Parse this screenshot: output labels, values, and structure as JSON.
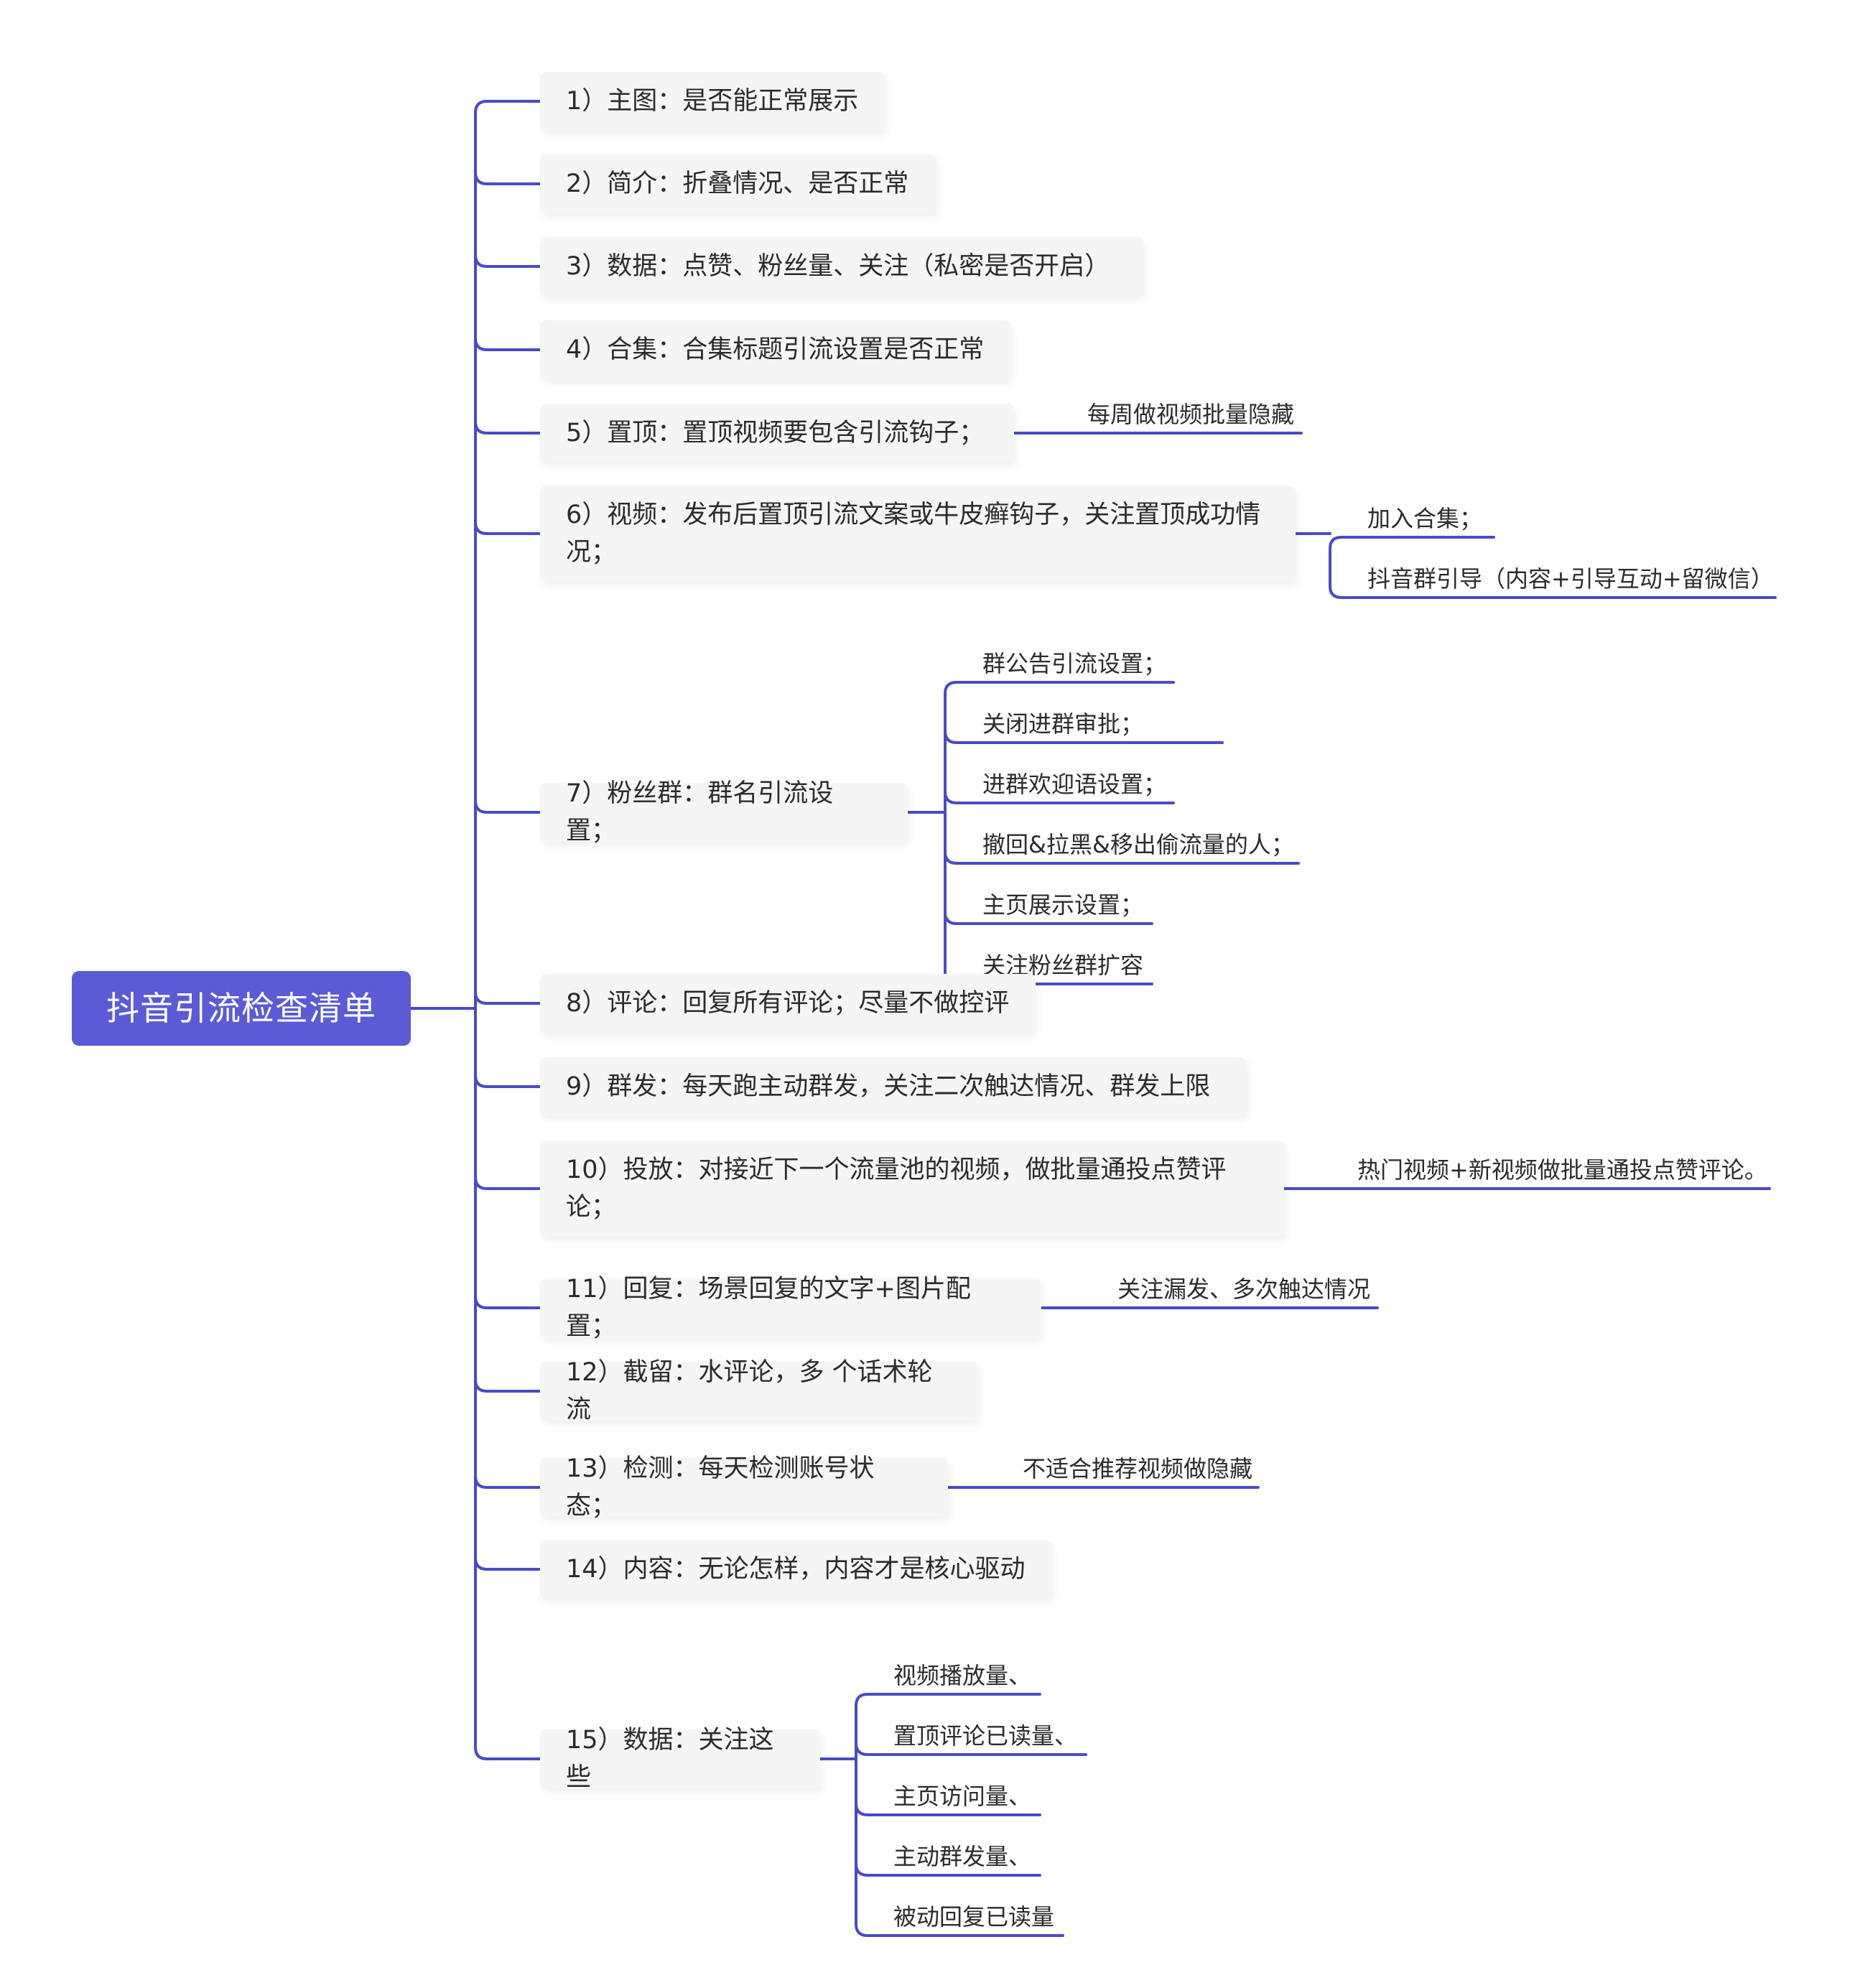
{
  "root": {
    "title": "抖音引流检查清单"
  },
  "line_color": "#4b4bc4",
  "root_color": "#5b5bd6",
  "items": [
    {
      "text": "1）主图：是否能正常展示",
      "children": []
    },
    {
      "text": "2）简介：折叠情况、是否正常",
      "children": []
    },
    {
      "text": "3）数据：点赞、粉丝量、关注（私密是否开启）",
      "children": []
    },
    {
      "text": "4）合集：合集标题引流设置是否正常",
      "children": []
    },
    {
      "text": "5）置顶：置顶视频要包含引流钩子；",
      "children": [
        "每周做视频批量隐藏"
      ]
    },
    {
      "text": "6）视频：发布后置顶引流文案或牛皮癣钩子，关注置顶成功情况；",
      "children": [
        "加入合集；",
        "抖音群引导（内容+引导互动+留微信）"
      ]
    },
    {
      "text": "7）粉丝群：群名引流设置；",
      "children": [
        "群公告引流设置；",
        "关闭进群审批；",
        "进群欢迎语设置；",
        "撤回&拉黑&移出偷流量的人；",
        "主页展示设置；",
        "关注粉丝群扩容"
      ]
    },
    {
      "text": "8）评论：回复所有评论；尽量不做控评",
      "children": []
    },
    {
      "text": "9）群发：每天跑主动群发，关注二次触达情况、群发上限",
      "children": []
    },
    {
      "text": "10）投放：对接近下一个流量池的视频，做批量通投点赞评论；",
      "children": [
        "热门视频+新视频做批量通投点赞评论。"
      ]
    },
    {
      "text": "11）回复：场景回复的文字+图片配置；",
      "children": [
        "关注漏发、多次触达情况"
      ]
    },
    {
      "text": "12）截留：水评论，多 个话术轮流",
      "children": []
    },
    {
      "text": "13）检测：每天检测账号状态；",
      "children": [
        "不适合推荐视频做隐藏"
      ]
    },
    {
      "text": "14）内容：无论怎样，内容才是核心驱动",
      "children": []
    },
    {
      "text": "15）数据：关注这些",
      "children": [
        "视频播放量、",
        "置顶评论已读量、",
        "主页访问量、",
        "主动群发量、",
        "被动回复已读量"
      ]
    }
  ]
}
